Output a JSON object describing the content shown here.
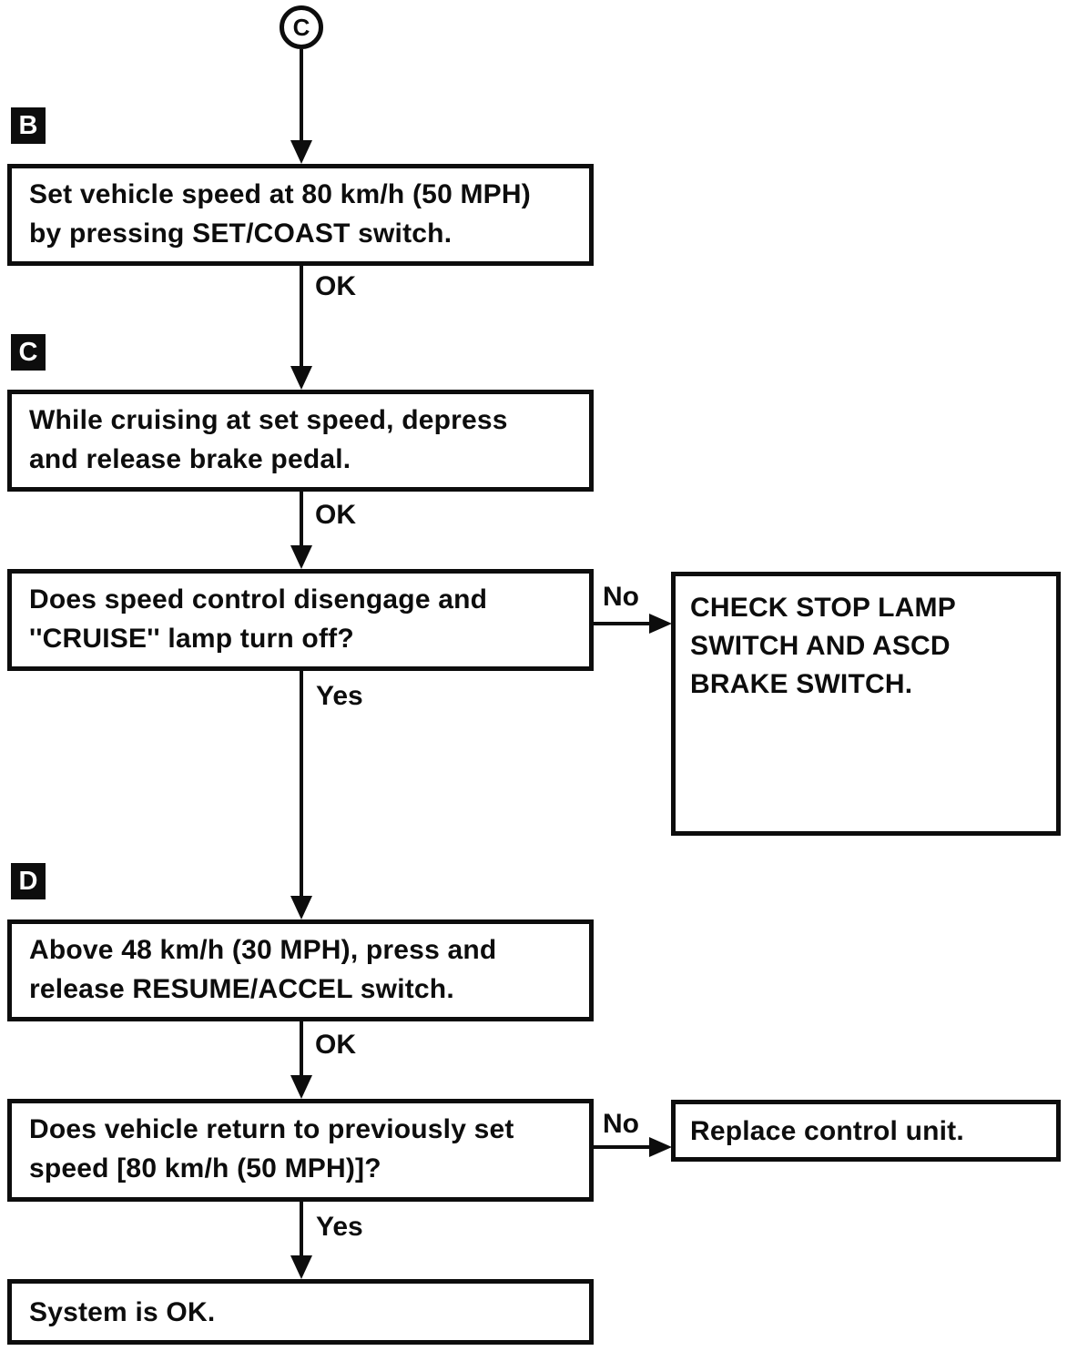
{
  "colors": {
    "ink": "#0d0d0d",
    "paper": "#ffffff"
  },
  "connector_top": {
    "label": "C"
  },
  "section_labels": {
    "b": "B",
    "c": "C",
    "d": "D"
  },
  "boxes": {
    "set_speed": {
      "lines": [
        "Set vehicle speed at 80 km/h (50 MPH)",
        "by pressing SET/COAST switch."
      ]
    },
    "brake_test": {
      "lines": [
        "While cruising at set speed, depress",
        "and release brake pedal."
      ]
    },
    "disengage_question": {
      "lines": [
        "Does speed control disengage and",
        "''CRUISE'' lamp turn off?"
      ]
    },
    "check_stop_lamp": {
      "lines": [
        "CHECK STOP LAMP",
        "SWITCH AND ASCD",
        "BRAKE SWITCH."
      ]
    },
    "resume_accel": {
      "lines": [
        "Above 48 km/h (30 MPH), press and",
        "release RESUME/ACCEL switch."
      ]
    },
    "return_speed_question": {
      "lines": [
        "Does vehicle return to previously set",
        "speed [80 km/h (50 MPH)]?"
      ]
    },
    "replace_control_unit": {
      "lines": [
        "Replace control unit."
      ]
    },
    "system_ok": {
      "lines": [
        "System is OK."
      ]
    }
  },
  "edge_labels": {
    "ok_1": "OK",
    "ok_2": "OK",
    "no_1": "No",
    "yes_1": "Yes",
    "ok_3": "OK",
    "no_2": "No",
    "yes_2": "Yes"
  }
}
